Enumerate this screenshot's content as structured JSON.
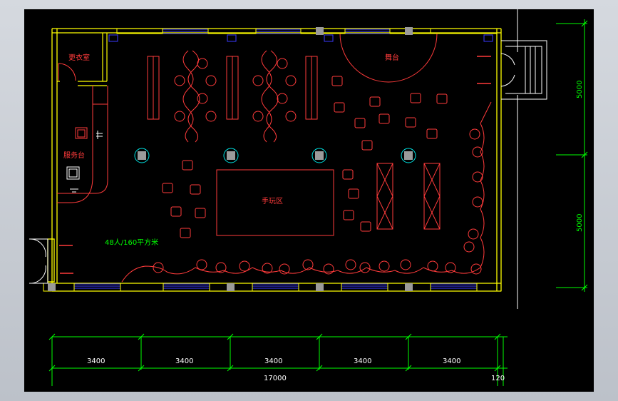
{
  "rooms": {
    "dressing_room": "更衣室",
    "service_desk": "服务台",
    "stage": "舞台",
    "handicraft_area": "手玩区",
    "capacity_note": "48人/160平方米"
  },
  "dimensions": {
    "segments": [
      "3400",
      "3400",
      "3400",
      "3400",
      "3400"
    ],
    "total": "17000",
    "end_offset": "120",
    "vertical": [
      "5000",
      "5000"
    ]
  },
  "colors": {
    "background": "#000000",
    "walls": "#ffff00",
    "windows": "#3333ff",
    "furniture": "#ff3b3b",
    "dimensions": "#00ff00",
    "columns": "#9a9a9a",
    "column_ring": "#00e5e5"
  }
}
